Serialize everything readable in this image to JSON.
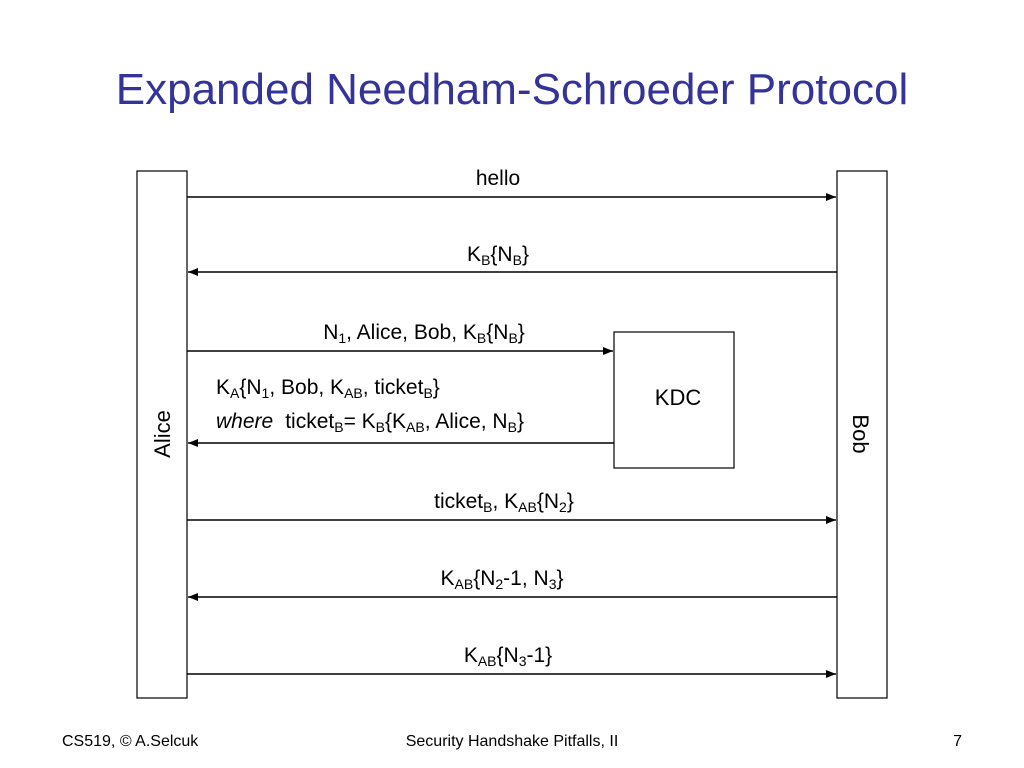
{
  "slide": {
    "title": "Expanded Needham-Schroeder Protocol"
  },
  "participants": {
    "alice": "Alice",
    "bob": "Bob",
    "kdc": "KDC"
  },
  "messages": [
    {
      "direction": "alice-to-bob",
      "label": "hello"
    },
    {
      "direction": "bob-to-alice",
      "label": "KB{NB}"
    },
    {
      "direction": "alice-to-kdc",
      "label": "N1, Alice, Bob, KB{NB}"
    },
    {
      "direction": "kdc-to-alice",
      "label": "KA{N1, Bob, KAB, ticketB}",
      "label_line2_italic": "where",
      "label_line2": "ticketB= KB{KAB, Alice, NB}"
    },
    {
      "direction": "alice-to-bob",
      "label": "ticketB, KAB{N2}"
    },
    {
      "direction": "bob-to-alice",
      "label": "KAB{N2-1, N3}"
    },
    {
      "direction": "alice-to-bob",
      "label": "KAB{N3-1}"
    }
  ],
  "footer": {
    "left": "CS519, © A.Selcuk",
    "center": "Security Handshake Pitfalls, II",
    "page_number": "7"
  },
  "colors": {
    "title": "#333399",
    "lines": "#000000",
    "background": "#ffffff"
  }
}
